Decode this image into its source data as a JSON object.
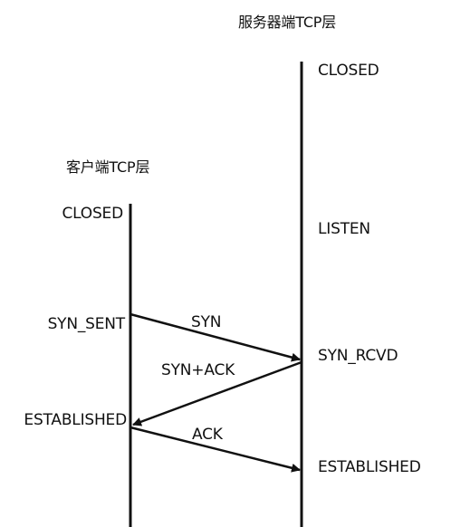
{
  "server": {
    "title": "服务器端TCP层",
    "states": [
      "CLOSED",
      "LISTEN",
      "SYN_RCVD",
      "ESTABLISHED"
    ]
  },
  "client": {
    "title": "客户端TCP层",
    "states": [
      "CLOSED",
      "SYN_SENT",
      "ESTABLISHED"
    ]
  },
  "messages": [
    "SYN",
    "SYN+ACK",
    "ACK"
  ],
  "colors": {
    "line": "#111111",
    "text": "#111111",
    "background": "#ffffff"
  }
}
